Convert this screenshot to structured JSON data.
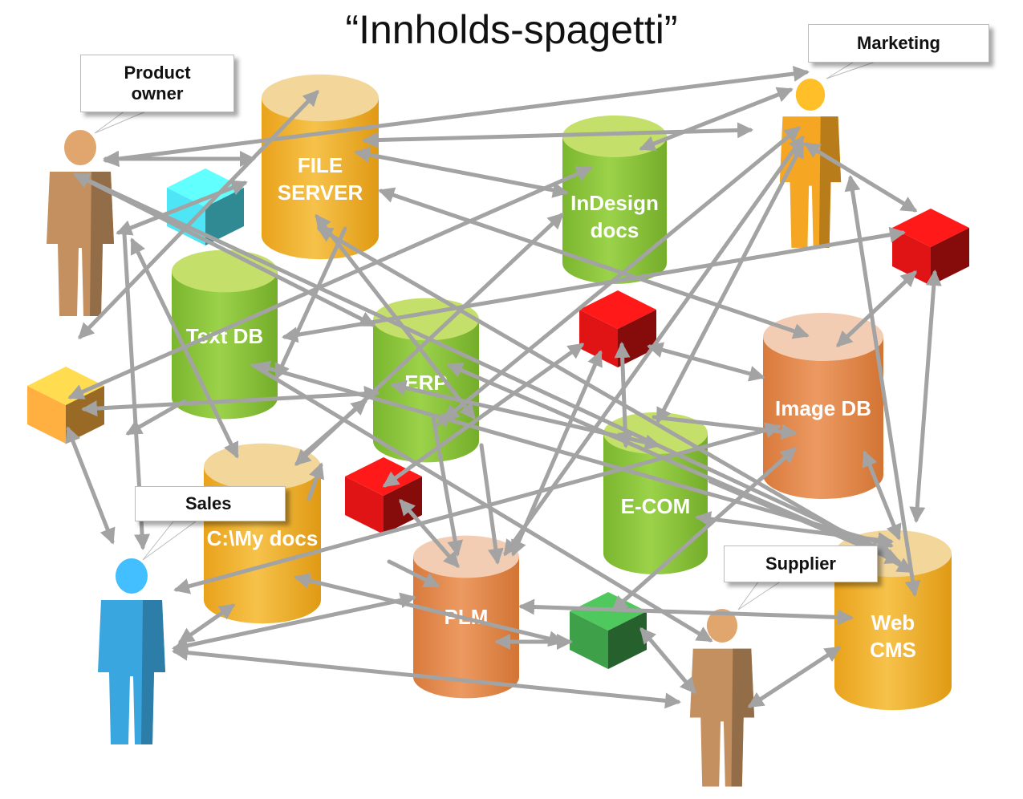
{
  "title": "“Innholds-spagetti”",
  "colors": {
    "arrow": "#a3a3a3",
    "yellow": "#f0b429",
    "yellow_top": "#f3d79a",
    "green": "#8cc63e",
    "green_top": "#c5e06a",
    "orange": "#e3894f",
    "orange_top": "#f3cdb3",
    "red_cube": "#e01414",
    "cyan_cube": "#4ee6f6",
    "orange_cube": "#ffb040",
    "green_cube": "#3fa04a",
    "person_tan": "#c49060",
    "person_orange": "#f5a623",
    "person_blue": "#3aa6e0"
  },
  "callouts": {
    "product_owner": "Product\nowner",
    "marketing": "Marketing",
    "sales": "Sales",
    "supplier": "Supplier"
  },
  "systems": {
    "file_server": {
      "label": [
        "FILE",
        "SERVER"
      ],
      "color": "yellow"
    },
    "indesign_docs": {
      "label": [
        "InDesign",
        "docs"
      ],
      "color": "green"
    },
    "text_db": {
      "label": [
        "Text DB"
      ],
      "color": "green"
    },
    "erp": {
      "label": [
        "ERP"
      ],
      "color": "green"
    },
    "image_db": {
      "label": [
        "Image DB"
      ],
      "color": "orange"
    },
    "e_com": {
      "label": [
        "E-COM"
      ],
      "color": "green"
    },
    "my_docs": {
      "label": [
        "C:\\My docs"
      ],
      "color": "yellow"
    },
    "plm": {
      "label": [
        "PLM"
      ],
      "color": "orange"
    },
    "web_cms": {
      "label": [
        "Web",
        "CMS"
      ],
      "color": "yellow"
    }
  },
  "people": [
    "product-owner",
    "marketing",
    "sales",
    "supplier"
  ],
  "cubes": [
    "cyan-cube",
    "orange-cube",
    "red-cube-upper-right",
    "red-cube-center",
    "red-cube-lower",
    "green-cube"
  ]
}
